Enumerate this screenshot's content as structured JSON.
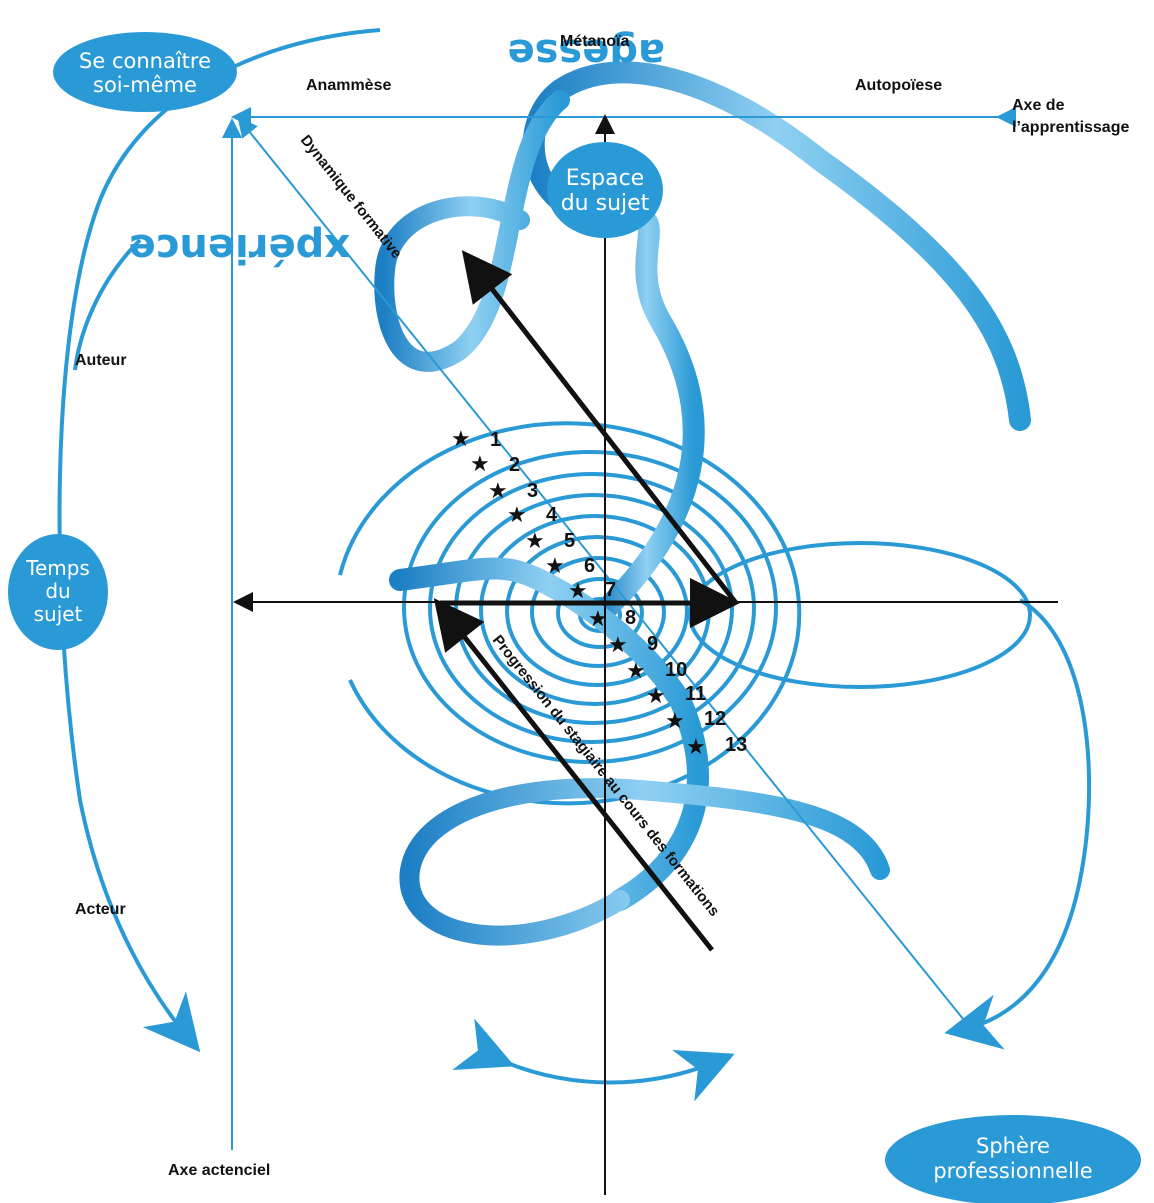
{
  "bubbles": {
    "se_connaitre_line1": "Se connaître",
    "se_connaitre_line2": "soi-même",
    "espace_line1": "Espace",
    "espace_line2": "du sujet",
    "temps_line1": "Temps",
    "temps_line2": "du",
    "temps_line3": "sujet",
    "sphere_line1": "Sphère",
    "sphere_line2": "professionnelle"
  },
  "labels": {
    "sagesse": "agesse",
    "experience": "xpérience",
    "metanoia": "Métanoïa",
    "anammese": "Anammèse",
    "autopoiese": "Autopoïese",
    "axe_apprentissage_1": "Axe de",
    "axe_apprentissage_2": "l’apprentissage",
    "auteur": "Auteur",
    "acteur": "Acteur",
    "axe_actenciel": "Axe actenciel",
    "dynamique": "Dynamique formative",
    "progression": "Progression du stagiaire au cours des formations"
  },
  "steps": [
    "1",
    "2",
    "3",
    "4",
    "5",
    "6",
    "7",
    "8",
    "9",
    "10",
    "11",
    "12",
    "13"
  ],
  "colors": {
    "blue": "#2a9ad6",
    "light_blue": "#8fd0f2",
    "dark_blue": "#1d6fb0",
    "black": "#111111"
  }
}
